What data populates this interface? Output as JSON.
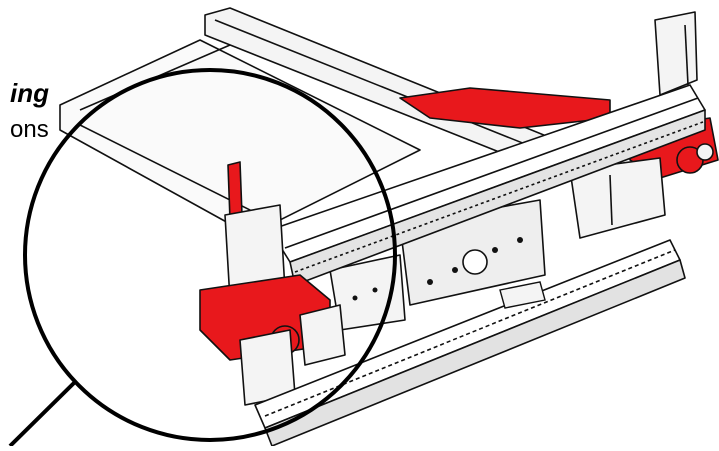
{
  "caption": {
    "title_fragment": "ing",
    "subtitle_fragment": "ons"
  },
  "colors": {
    "accent_red": "#e8181c",
    "outline": "#111111",
    "light_fill": "#f4f4f4",
    "shade_fill": "#d9d9d9"
  },
  "icons": {
    "callout": "magnifier-circle",
    "parts": [
      "crossbeam",
      "red-clamp-left",
      "red-clamp-right",
      "back-rail",
      "front-rail",
      "center-gearbox",
      "red-support-arm"
    ]
  }
}
